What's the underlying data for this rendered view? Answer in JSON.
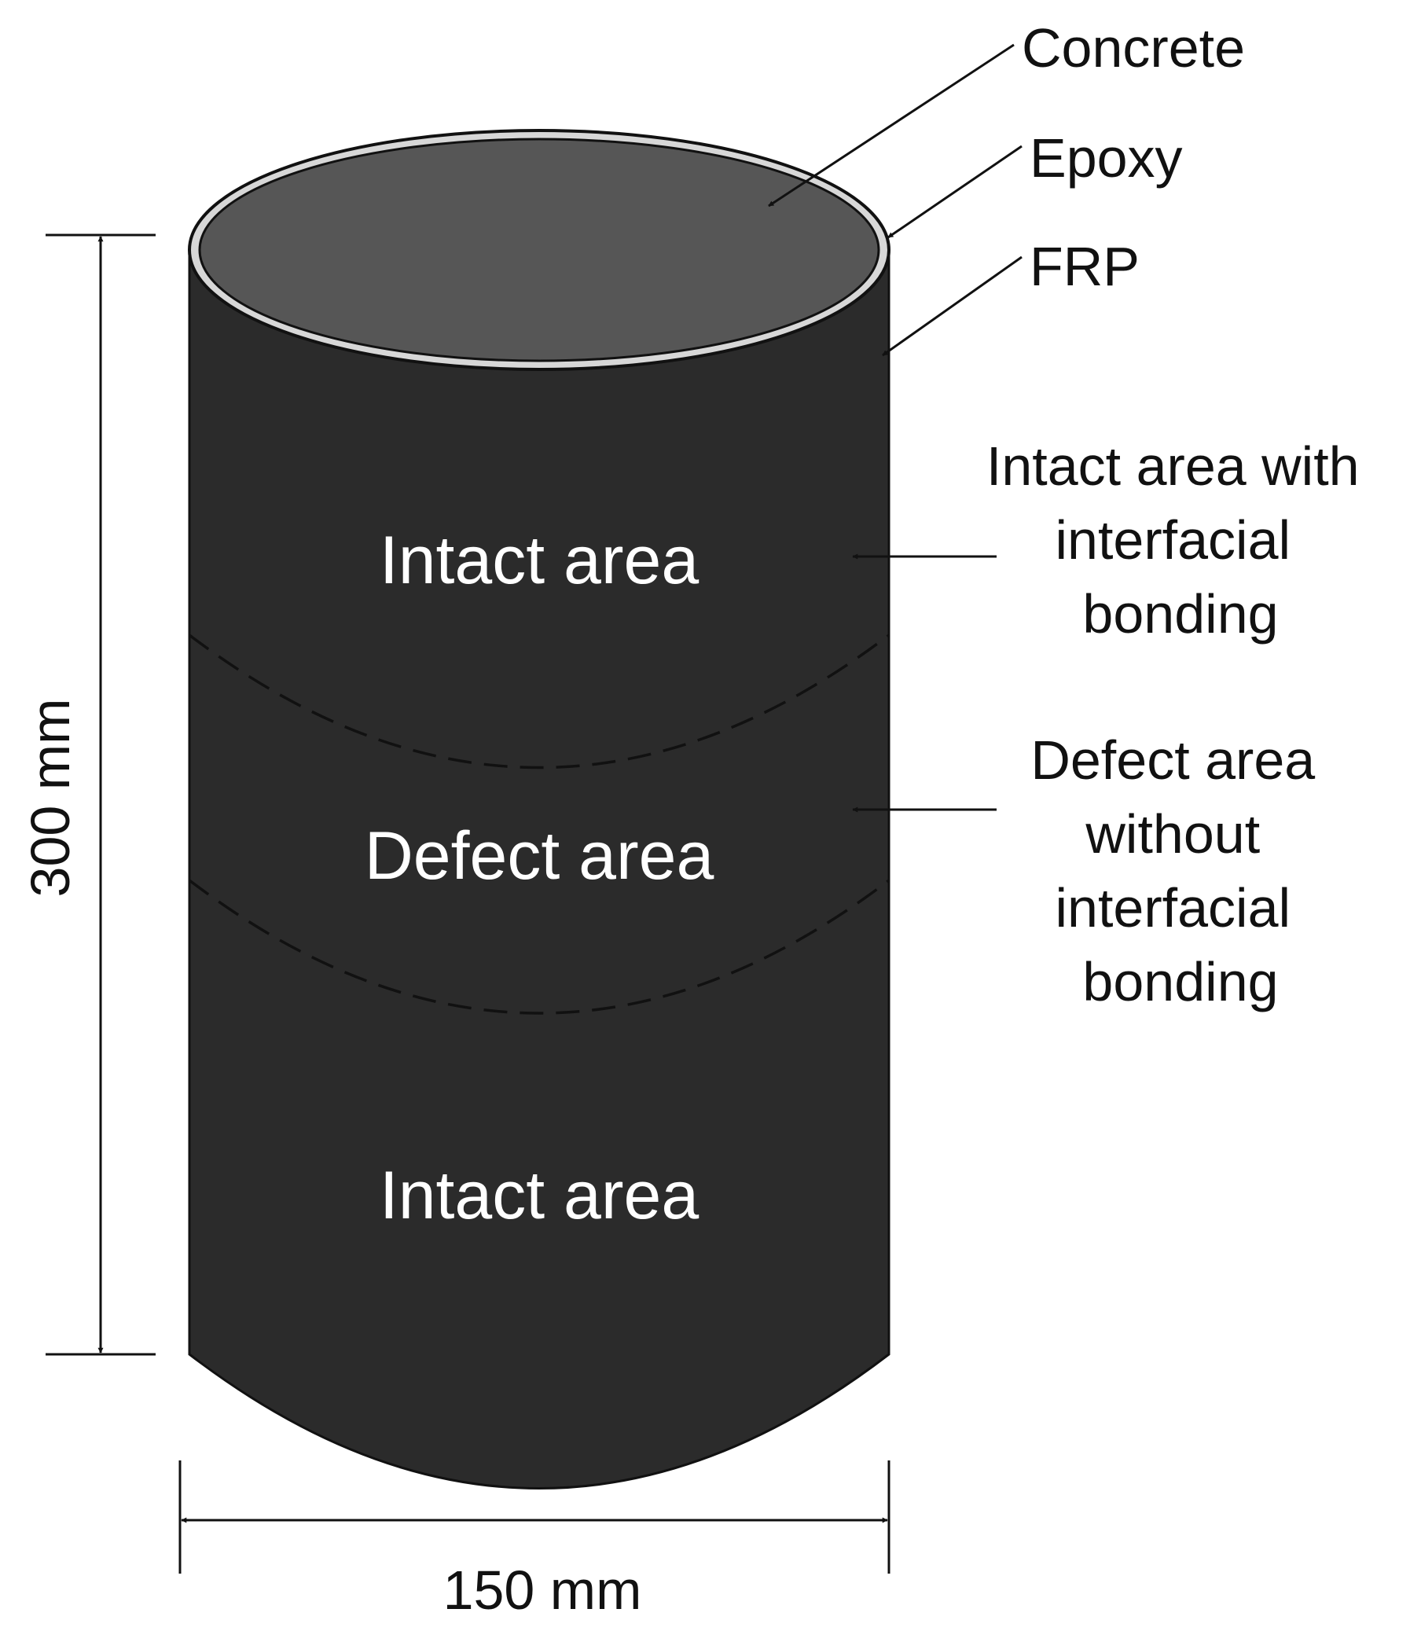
{
  "labels": {
    "concrete": "Concrete",
    "epoxy": "Epoxy",
    "frp": "FRP",
    "intact_top": "Intact area",
    "defect": "Defect area",
    "intact_bottom": "Intact area",
    "intact_note": [
      "Intact area with",
      "interfacial",
      "bonding"
    ],
    "defect_note": [
      "Defect area",
      "without",
      "interfacial",
      "bonding"
    ]
  },
  "dimensions": {
    "height": "300 mm",
    "diameter": "150 mm"
  },
  "colors": {
    "cylinder_body": "#2b2b2b",
    "top_face": "#565656",
    "epoxy_ring": "#d7d7d7",
    "lines": "#111111",
    "background": "#ffffff"
  }
}
